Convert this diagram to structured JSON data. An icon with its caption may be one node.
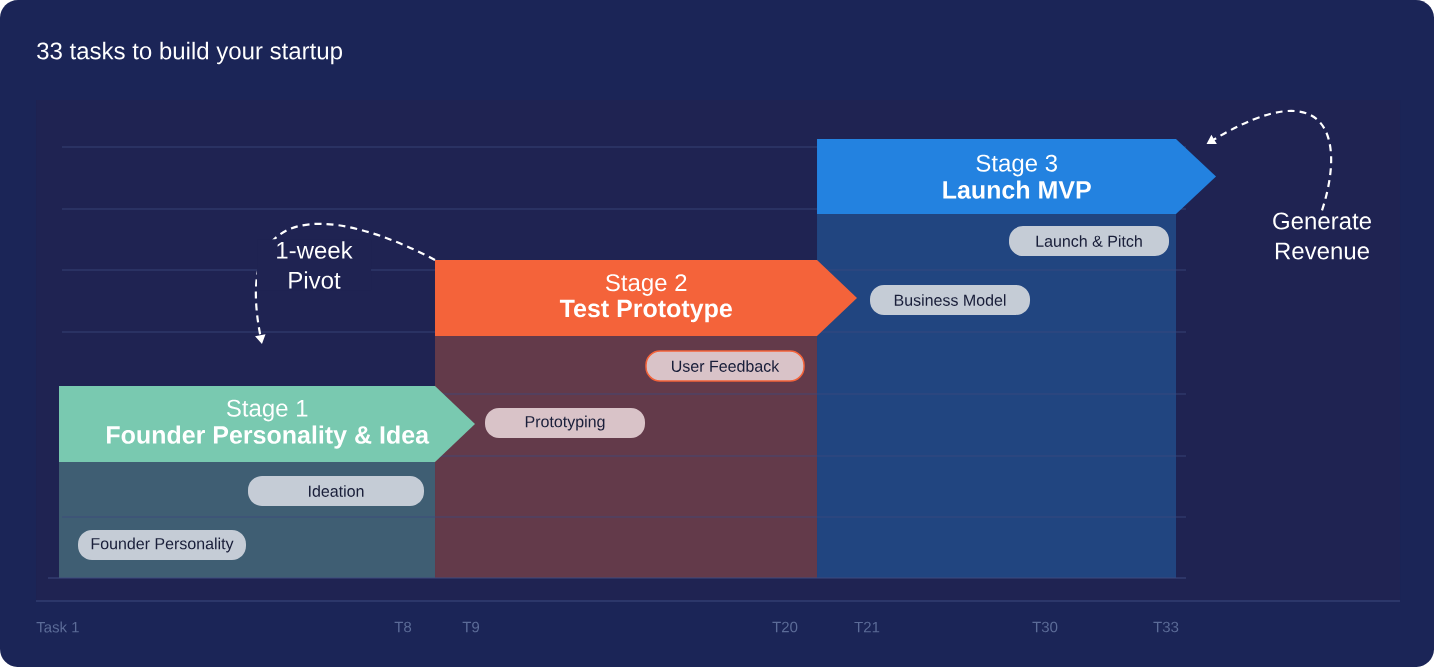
{
  "diagram": {
    "title": "33 tasks to build your startup",
    "nodes": [
      {
        "text": [
          "Stage 1",
          "Founder Personality & Idea"
        ]
      },
      {
        "text": [
          "Stage 2",
          "Test Prototype"
        ]
      },
      {
        "text": [
          "Stage 3",
          "Launch MVP"
        ]
      },
      {
        "text": [
          "Founder Personality"
        ]
      },
      {
        "text": [
          "Ideation"
        ]
      },
      {
        "text": [
          "Prototyping"
        ]
      },
      {
        "text": [
          "User Feedback"
        ]
      },
      {
        "text": [
          "Business Model"
        ]
      },
      {
        "text": [
          "Launch & Pitch"
        ]
      },
      {
        "text": [
          "Generate Revenue"
        ]
      }
    ],
    "edges": [
      {
        "from": 1,
        "to": 0,
        "arrow": "to",
        "style": "dashed",
        "label": "1-week Pivot"
      },
      {
        "from": 9,
        "to": 2,
        "arrow": "to",
        "style": "dashed"
      }
    ],
    "labels": [
      "Task 1",
      "T8",
      "T9",
      "T20",
      "T21",
      "T30",
      "T33"
    ]
  }
}
